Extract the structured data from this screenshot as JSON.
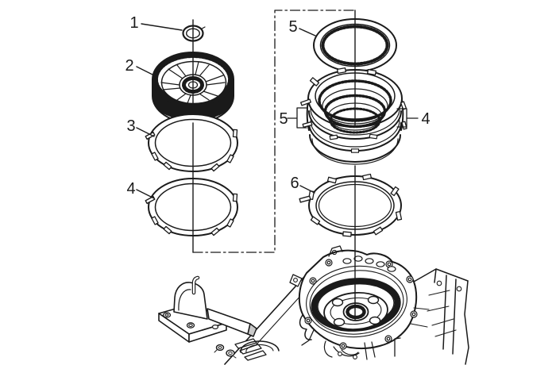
{
  "diagram": {
    "background_color": "#ffffff",
    "line_color": "#1a1a1a",
    "rod_tip_shade": "#c9c9c9",
    "callouts": {
      "c1": "1",
      "c2": "2",
      "c3": "3",
      "c4": "4",
      "c5_top": "5",
      "c5_stack": "5",
      "c4_stack": "4",
      "c6": "6"
    }
  }
}
